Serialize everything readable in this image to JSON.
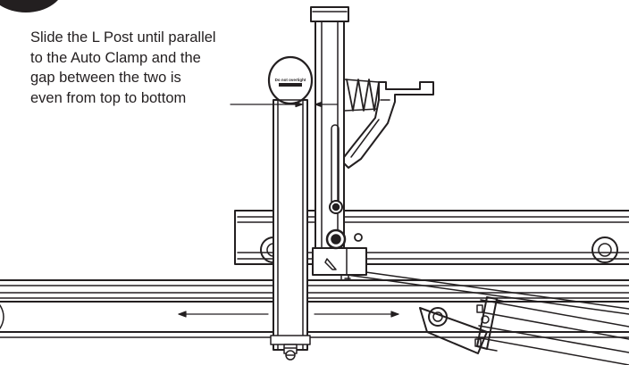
{
  "step": {
    "instruction": "Slide the L Post until parallel\nto the Auto Clamp and the\ngap between the two is\neven from top to bottom",
    "badge_color": "#231f20"
  },
  "drawing": {
    "line_color": "#231f20",
    "knob_label": "Do not overtight",
    "icons": [
      "step-number-badge",
      "l-post",
      "auto-clamp",
      "adjustment-knob",
      "gap-arrows",
      "slide-arrows",
      "guide-rail"
    ]
  }
}
